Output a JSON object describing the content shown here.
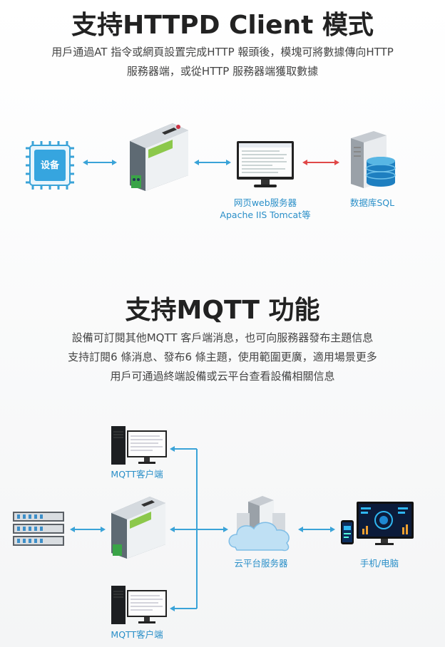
{
  "section1": {
    "title": "支持HTTPD Client 模式",
    "desc_line1": "用戶通過AT 指令或網頁設置完成HTTP 報頭後，模塊可將數據傳向HTTP",
    "desc_line2": "服務器端，或從HTTP 服務器端獲取數據",
    "device_chip_label": "设备",
    "web_server_label_1": "网页web服务器",
    "web_server_label_2": "Apache IIS Tomcat等",
    "database_label": "数据库SQL"
  },
  "section2": {
    "title": "支持MQTT 功能",
    "desc_line1": "設備可訂閱其他MQTT 客戶端消息，也可向服務器發布主題信息",
    "desc_line2": "支持訂閱6 條消息、發布6 條主題，使用範圍更廣，適用場景更多",
    "desc_line3": "用戶可通過終端設備或云平台查看設備相關信息",
    "client_top_label": "MQTT客户端",
    "client_bottom_label": "MQTT客户端",
    "cloud_label": "云平台服务器",
    "phone_pc_label": "手机/电脑"
  },
  "colors": {
    "arrow_blue": "#3aa3d8",
    "arrow_red": "#e04848",
    "label_blue": "#2a8fc8"
  }
}
